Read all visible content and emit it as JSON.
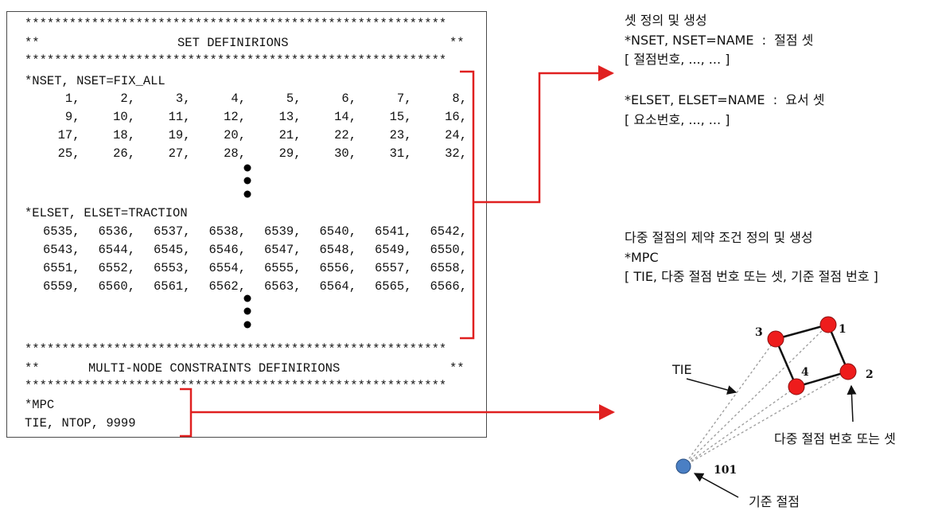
{
  "code": {
    "star_line": "*********************************************************",
    "set_header_left": "**",
    "set_header_title": "SET DEFINIRIONS",
    "set_header_right": "**",
    "nset_keyword": "*NSET, NSET=FIX_ALL",
    "nset_rows": [
      [
        "1,",
        "2,",
        "3,",
        "4,",
        "5,",
        "6,",
        "7,",
        "8,"
      ],
      [
        "9,",
        "10,",
        "11,",
        "12,",
        "13,",
        "14,",
        "15,",
        "16,"
      ],
      [
        "17,",
        "18,",
        "19,",
        "20,",
        "21,",
        "22,",
        "23,",
        "24,"
      ],
      [
        "25,",
        "26,",
        "27,",
        "28,",
        "29,",
        "30,",
        "31,",
        "32,"
      ]
    ],
    "elset_keyword": "*ELSET, ELSET=TRACTION",
    "elset_rows": [
      [
        "6535,",
        "6536,",
        "6537,",
        "6538,",
        "6539,",
        "6540,",
        "6541,",
        "6542,"
      ],
      [
        "6543,",
        "6544,",
        "6545,",
        "6546,",
        "6547,",
        "6548,",
        "6549,",
        "6550,"
      ],
      [
        "6551,",
        "6552,",
        "6553,",
        "6554,",
        "6555,",
        "6556,",
        "6557,",
        "6558,"
      ],
      [
        "6559,",
        "6560,",
        "6561,",
        "6562,",
        "6563,",
        "6564,",
        "6565,",
        "6566,"
      ]
    ],
    "mpc_header_left": "**",
    "mpc_header_title": "MULTI-NODE CONSTRAINTS DEFINIRIONS",
    "mpc_header_right": "**",
    "mpc_keyword": "*MPC",
    "mpc_line": "TIE, NTOP, 9999"
  },
  "notes": {
    "set_title": "셋 정의 및 생성",
    "nset_format": "*NSET, NSET=NAME  :  절점 셋",
    "nset_data": "[ 절점번호, ..., ... ]",
    "elset_format": "*ELSET, ELSET=NAME  :  요서 셋",
    "elset_data": "[ 요소번호, ..., ... ]",
    "mpc_title": "다중 절점의 제약 조건 정의 및 생성",
    "mpc_keyword": "*MPC",
    "mpc_data": "[ TIE, 다중 절점 번호 또는 셋, 기준 절점 번호 ]"
  },
  "figure": {
    "tie_label": "TIE",
    "node_labels": [
      "1",
      "2",
      "3",
      "4"
    ],
    "ref_node_label": "101",
    "multi_node_caption": "다중 절점 번호 또는 셋",
    "ref_node_caption": "기준 절점"
  },
  "colors": {
    "bracket": "#e02020",
    "node_fill": "#ee1c1c",
    "ref_node_fill": "#4a7fc4",
    "dashed": "#9a9a9a"
  }
}
